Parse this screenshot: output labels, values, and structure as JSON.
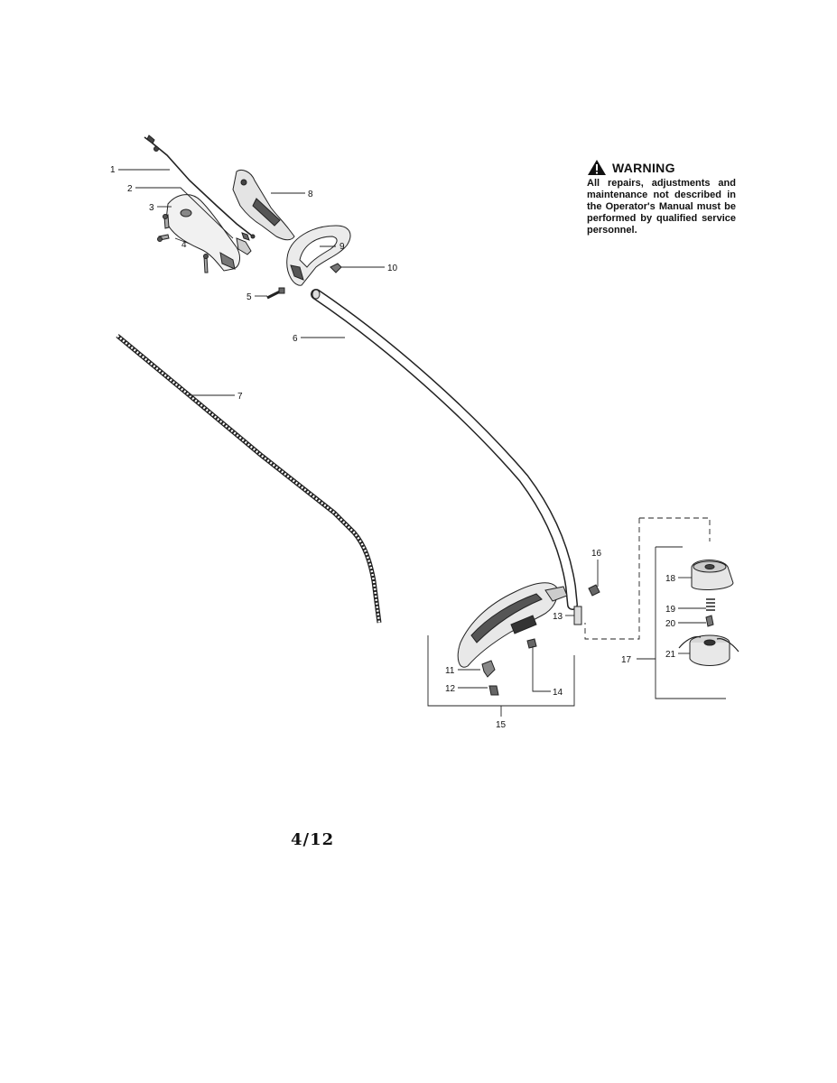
{
  "warning": {
    "title": "WARNING",
    "text": "All repairs, adjustments and maintenance not described in the Operator's Manual must be performed by qualified service personnel.",
    "icon": "warning-triangle-icon"
  },
  "page_number": "4/12",
  "callouts": [
    "1",
    "2",
    "3",
    "4",
    "5",
    "6",
    "7",
    "8",
    "9",
    "10",
    "11",
    "12",
    "13",
    "14",
    "15",
    "16",
    "17",
    "18",
    "19",
    "20",
    "21"
  ]
}
